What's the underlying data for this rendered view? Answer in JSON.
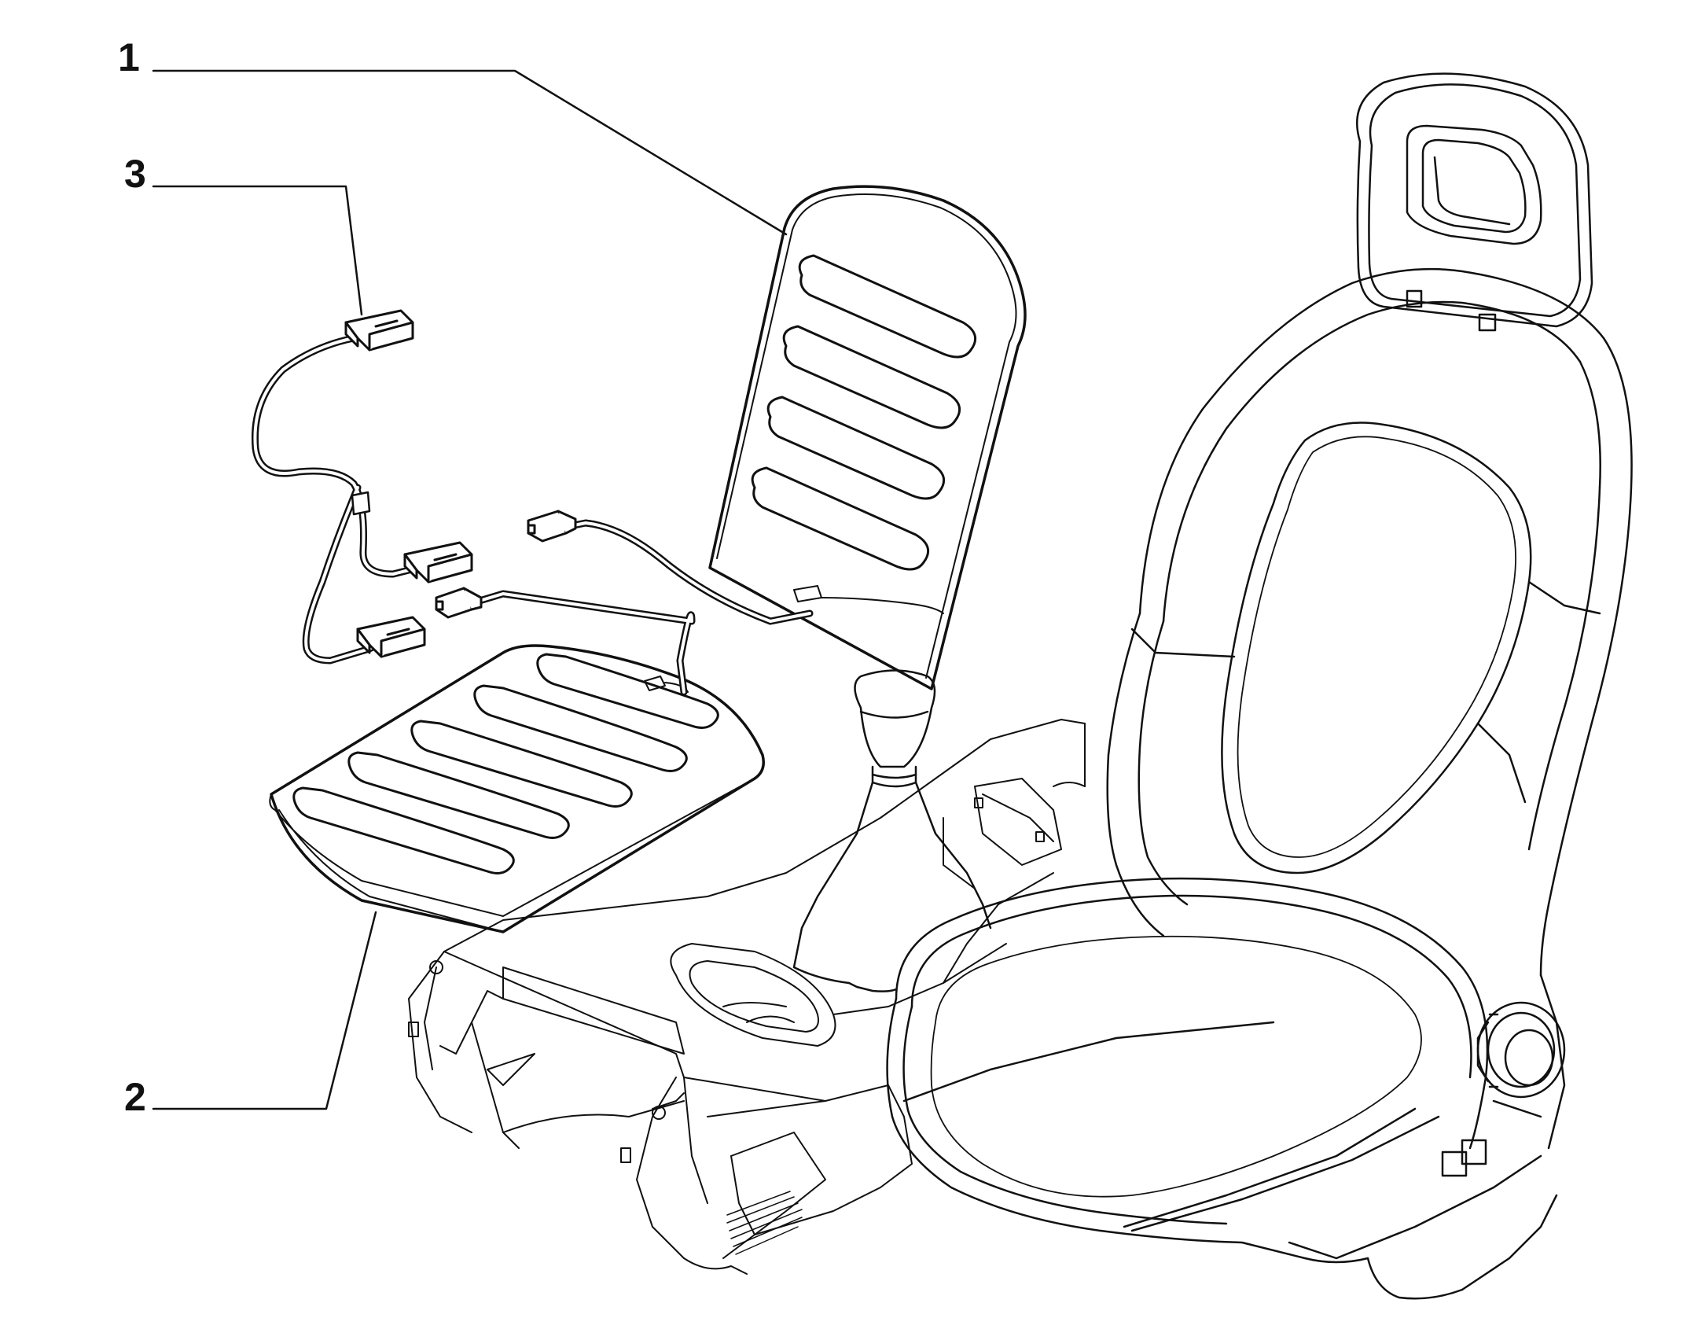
{
  "callouts": [
    {
      "label": "1"
    },
    {
      "label": "3"
    },
    {
      "label": "2"
    }
  ],
  "parts": [
    {
      "icon": "backrest-heating-pad-icon"
    },
    {
      "icon": "cushion-heating-pad-icon"
    },
    {
      "icon": "wiring-harness-icon"
    },
    {
      "icon": "car-seat-icon"
    },
    {
      "icon": "center-console-icon"
    },
    {
      "icon": "gear-lever-icon"
    }
  ],
  "colors": {
    "line": "#111111",
    "background": "#ffffff"
  }
}
